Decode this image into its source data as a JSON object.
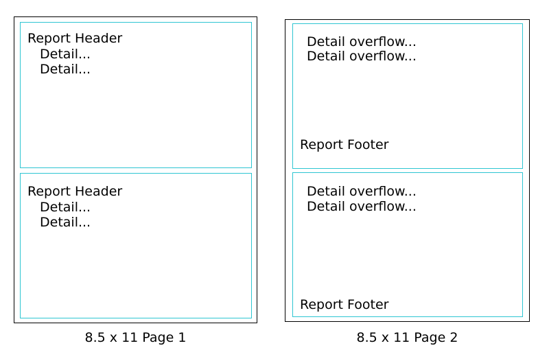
{
  "colors": {
    "page_border": "#000000",
    "band_border": "#2dc5d2",
    "text": "#000000",
    "background": "#ffffff"
  },
  "pages": [
    {
      "caption": "8.5 x 11 Page 1",
      "bands": [
        {
          "lines": [
            "Report Header",
            "Detail...",
            "Detail..."
          ]
        },
        {
          "lines": [
            "Report Header",
            "Detail...",
            "Detail..."
          ]
        }
      ]
    },
    {
      "caption": "8.5 x 11 Page 2",
      "bands": [
        {
          "lines": [
            "Detail overflow...",
            "Detail overflow..."
          ],
          "footer": "Report Footer"
        },
        {
          "lines": [
            "Detail overflow...",
            "Detail overflow..."
          ],
          "footer": "Report Footer"
        }
      ]
    }
  ]
}
